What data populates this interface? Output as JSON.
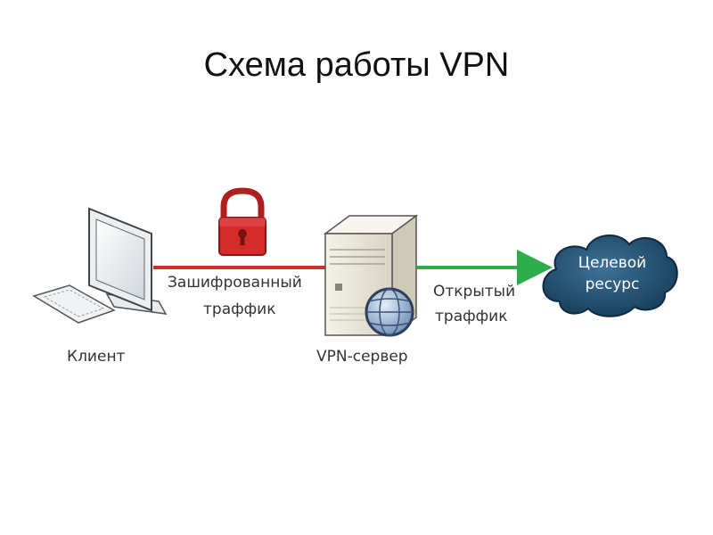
{
  "title": "Схема работы VPN",
  "nodes": {
    "client": {
      "label": "Клиент"
    },
    "server": {
      "label": "VPN-сервер"
    },
    "target": {
      "line1": "Целевой",
      "line2": "ресурс"
    }
  },
  "links": {
    "encrypted": {
      "line1": "Зашифрованный",
      "line2": "траффик",
      "color": "#d32a2a"
    },
    "open": {
      "line1": "Открытый",
      "line2": "траффик",
      "color": "#2eac4a"
    }
  },
  "icons": {
    "lock": "padlock-icon",
    "globe": "globe-icon"
  }
}
